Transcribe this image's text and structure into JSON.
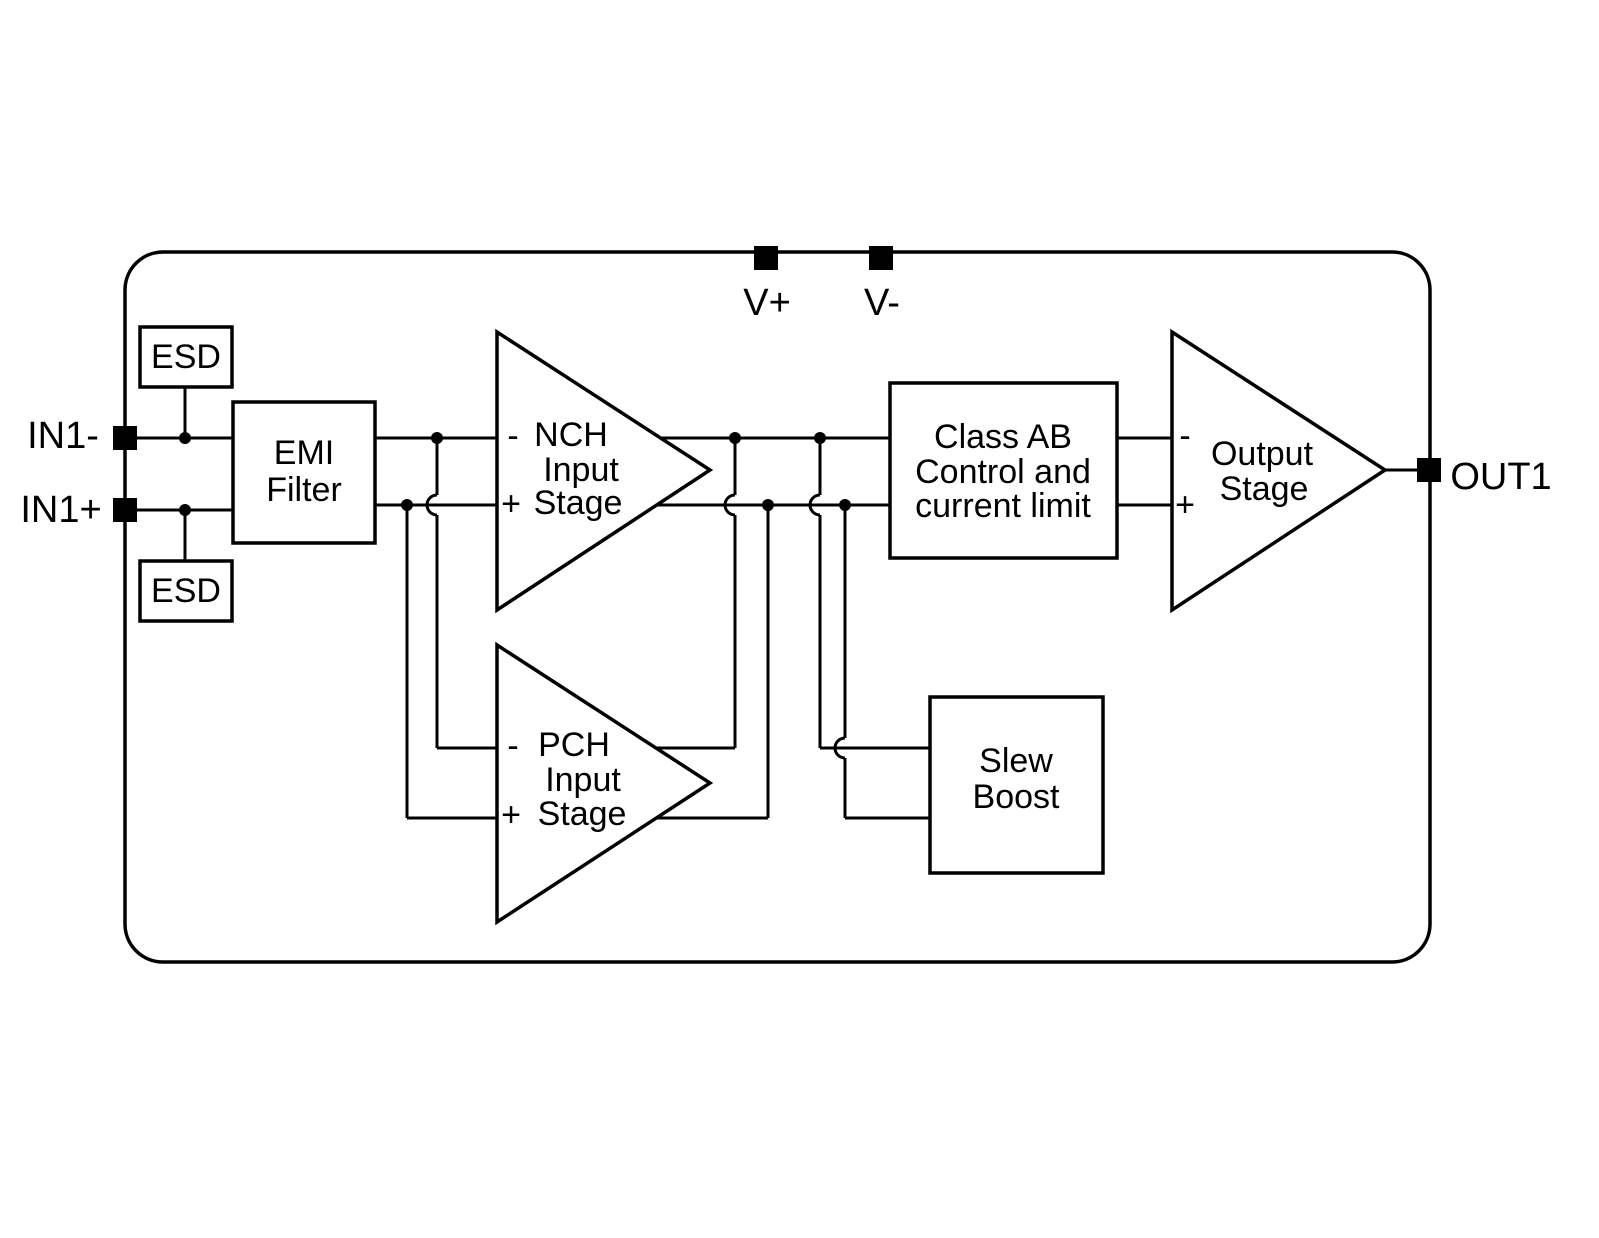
{
  "pins": {
    "vplus": "V+",
    "vminus": "V-",
    "in1_minus": "IN1-",
    "in1_plus": "IN1+",
    "out1": "OUT1"
  },
  "blocks": {
    "esd_top": {
      "label": "ESD"
    },
    "esd_bottom": {
      "label": "ESD"
    },
    "emi": {
      "line1": "EMI",
      "line2": "Filter"
    },
    "nch": {
      "minus": "-",
      "name": "NCH",
      "input": "Input",
      "plus": "+",
      "stage": "Stage"
    },
    "pch": {
      "minus": "-",
      "name": "PCH",
      "input": "Input",
      "plus": "+",
      "stage": "Stage"
    },
    "class_ab": {
      "line1": "Class AB",
      "line2": "Control and",
      "line3": "current limit"
    },
    "slew": {
      "line1": "Slew",
      "line2": "Boost"
    },
    "output": {
      "minus": "-",
      "line1": "Output",
      "plus": "+",
      "line2": "Stage"
    }
  },
  "colors": {
    "wire": "#000000",
    "pin": "#000000",
    "background": "#ffffff"
  }
}
